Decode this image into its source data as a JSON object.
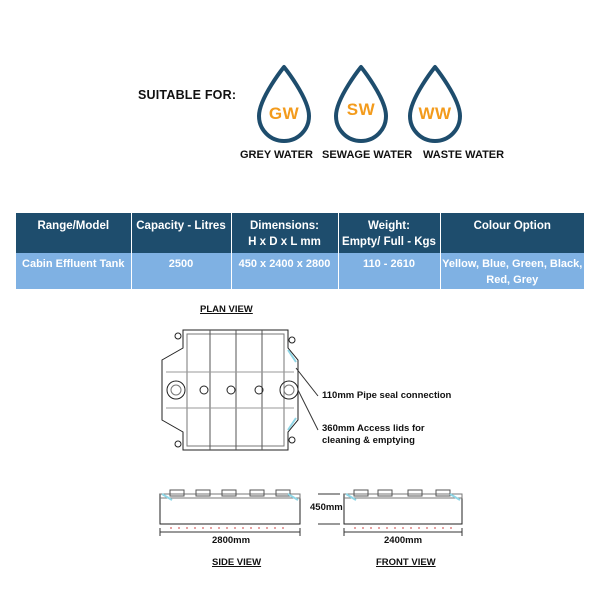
{
  "suitable": {
    "label": "SUITABLE FOR:",
    "drops": [
      {
        "code": "GW",
        "caption": "GREY WATER"
      },
      {
        "code": "SW",
        "caption": "SEWAGE WATER"
      },
      {
        "code": "WW",
        "caption": "WASTE WATER"
      }
    ]
  },
  "table": {
    "headers": [
      [
        "Range/Model"
      ],
      [
        "Capacity - Litres"
      ],
      [
        "Dimensions:",
        "H x D x L mm"
      ],
      [
        "Weight:",
        "Empty/ Full - Kgs"
      ],
      [
        "Colour Option"
      ]
    ],
    "row": [
      [
        "Cabin Effluent Tank"
      ],
      [
        "2500"
      ],
      [
        "450 x 2400 x 2800"
      ],
      [
        "110 - 2610"
      ],
      [
        "Yellow, Blue, Green, Black,",
        "Red, Grey"
      ]
    ]
  },
  "drawing": {
    "plan_view": "PLAN VIEW",
    "pipe_callout": "110mm Pipe seal connection",
    "lid_callout_1": "360mm Access lids for",
    "lid_callout_2": "cleaning & emptying",
    "side_view": "SIDE VIEW",
    "front_view": "FRONT VIEW",
    "length_dim": "2800mm",
    "width_dim": "2400mm",
    "height_dim": "450mm"
  },
  "colors": {
    "drop_outline": "#1e4d6d",
    "drop_text": "#f39b1c",
    "header_bg": "#1e4d6d",
    "row_bg": "#7fb1e3",
    "tank_accent": "#8fd6e6"
  }
}
